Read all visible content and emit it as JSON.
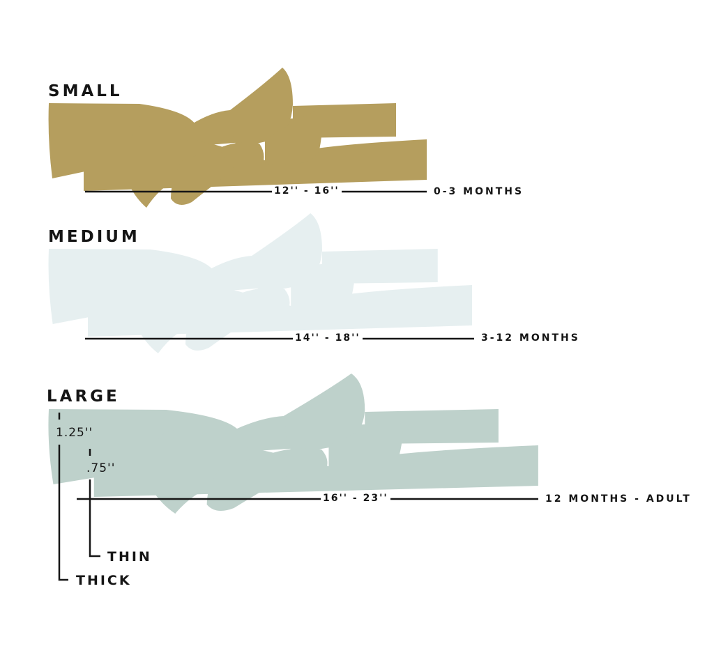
{
  "sizes": [
    {
      "title": "SMALL",
      "length": "12'' - 16''",
      "age": "0-3 MONTHS",
      "color": "#b59e5e"
    },
    {
      "title": "MEDIUM",
      "length": "14'' - 18''",
      "age": "3-12 MONTHS",
      "color": "#e6eff0"
    },
    {
      "title": "LARGE",
      "length": "16'' - 23''",
      "age": "12 MONTHS - ADULT",
      "color": "#bed1cb"
    }
  ],
  "widths": {
    "thick_value": "1.25''",
    "thin_value": ".75''",
    "thick_label": "THICK",
    "thin_label": "THIN"
  }
}
